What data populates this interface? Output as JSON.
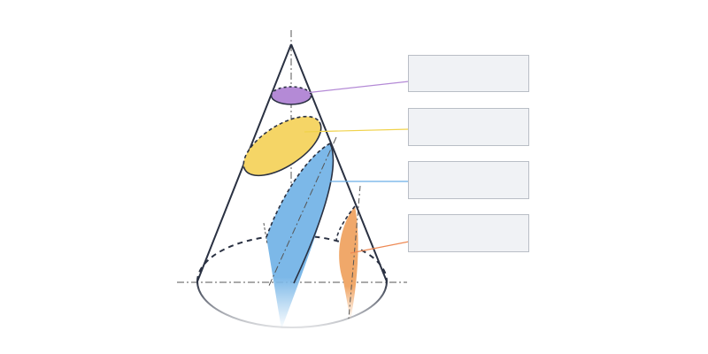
{
  "diagram": {
    "subject": "conic-sections-cone",
    "sections": [
      {
        "id": "circle",
        "label": "",
        "color": "#b48ad6"
      },
      {
        "id": "ellipse",
        "label": "",
        "color": "#f5d566"
      },
      {
        "id": "parabola",
        "label": "",
        "color": "#7cb8e8"
      },
      {
        "id": "hyperbola",
        "label": "",
        "color": "#f0a86a"
      }
    ],
    "colors": {
      "outline": "#2a3142",
      "axis": "#555555",
      "box_fill": "#f0f2f5",
      "box_border": "#b9bec6",
      "leader_circle": "#b48ad6",
      "leader_ellipse": "#f0d24a",
      "leader_parabola": "#6aaee6",
      "leader_hyperbola": "#ee8a55"
    }
  }
}
